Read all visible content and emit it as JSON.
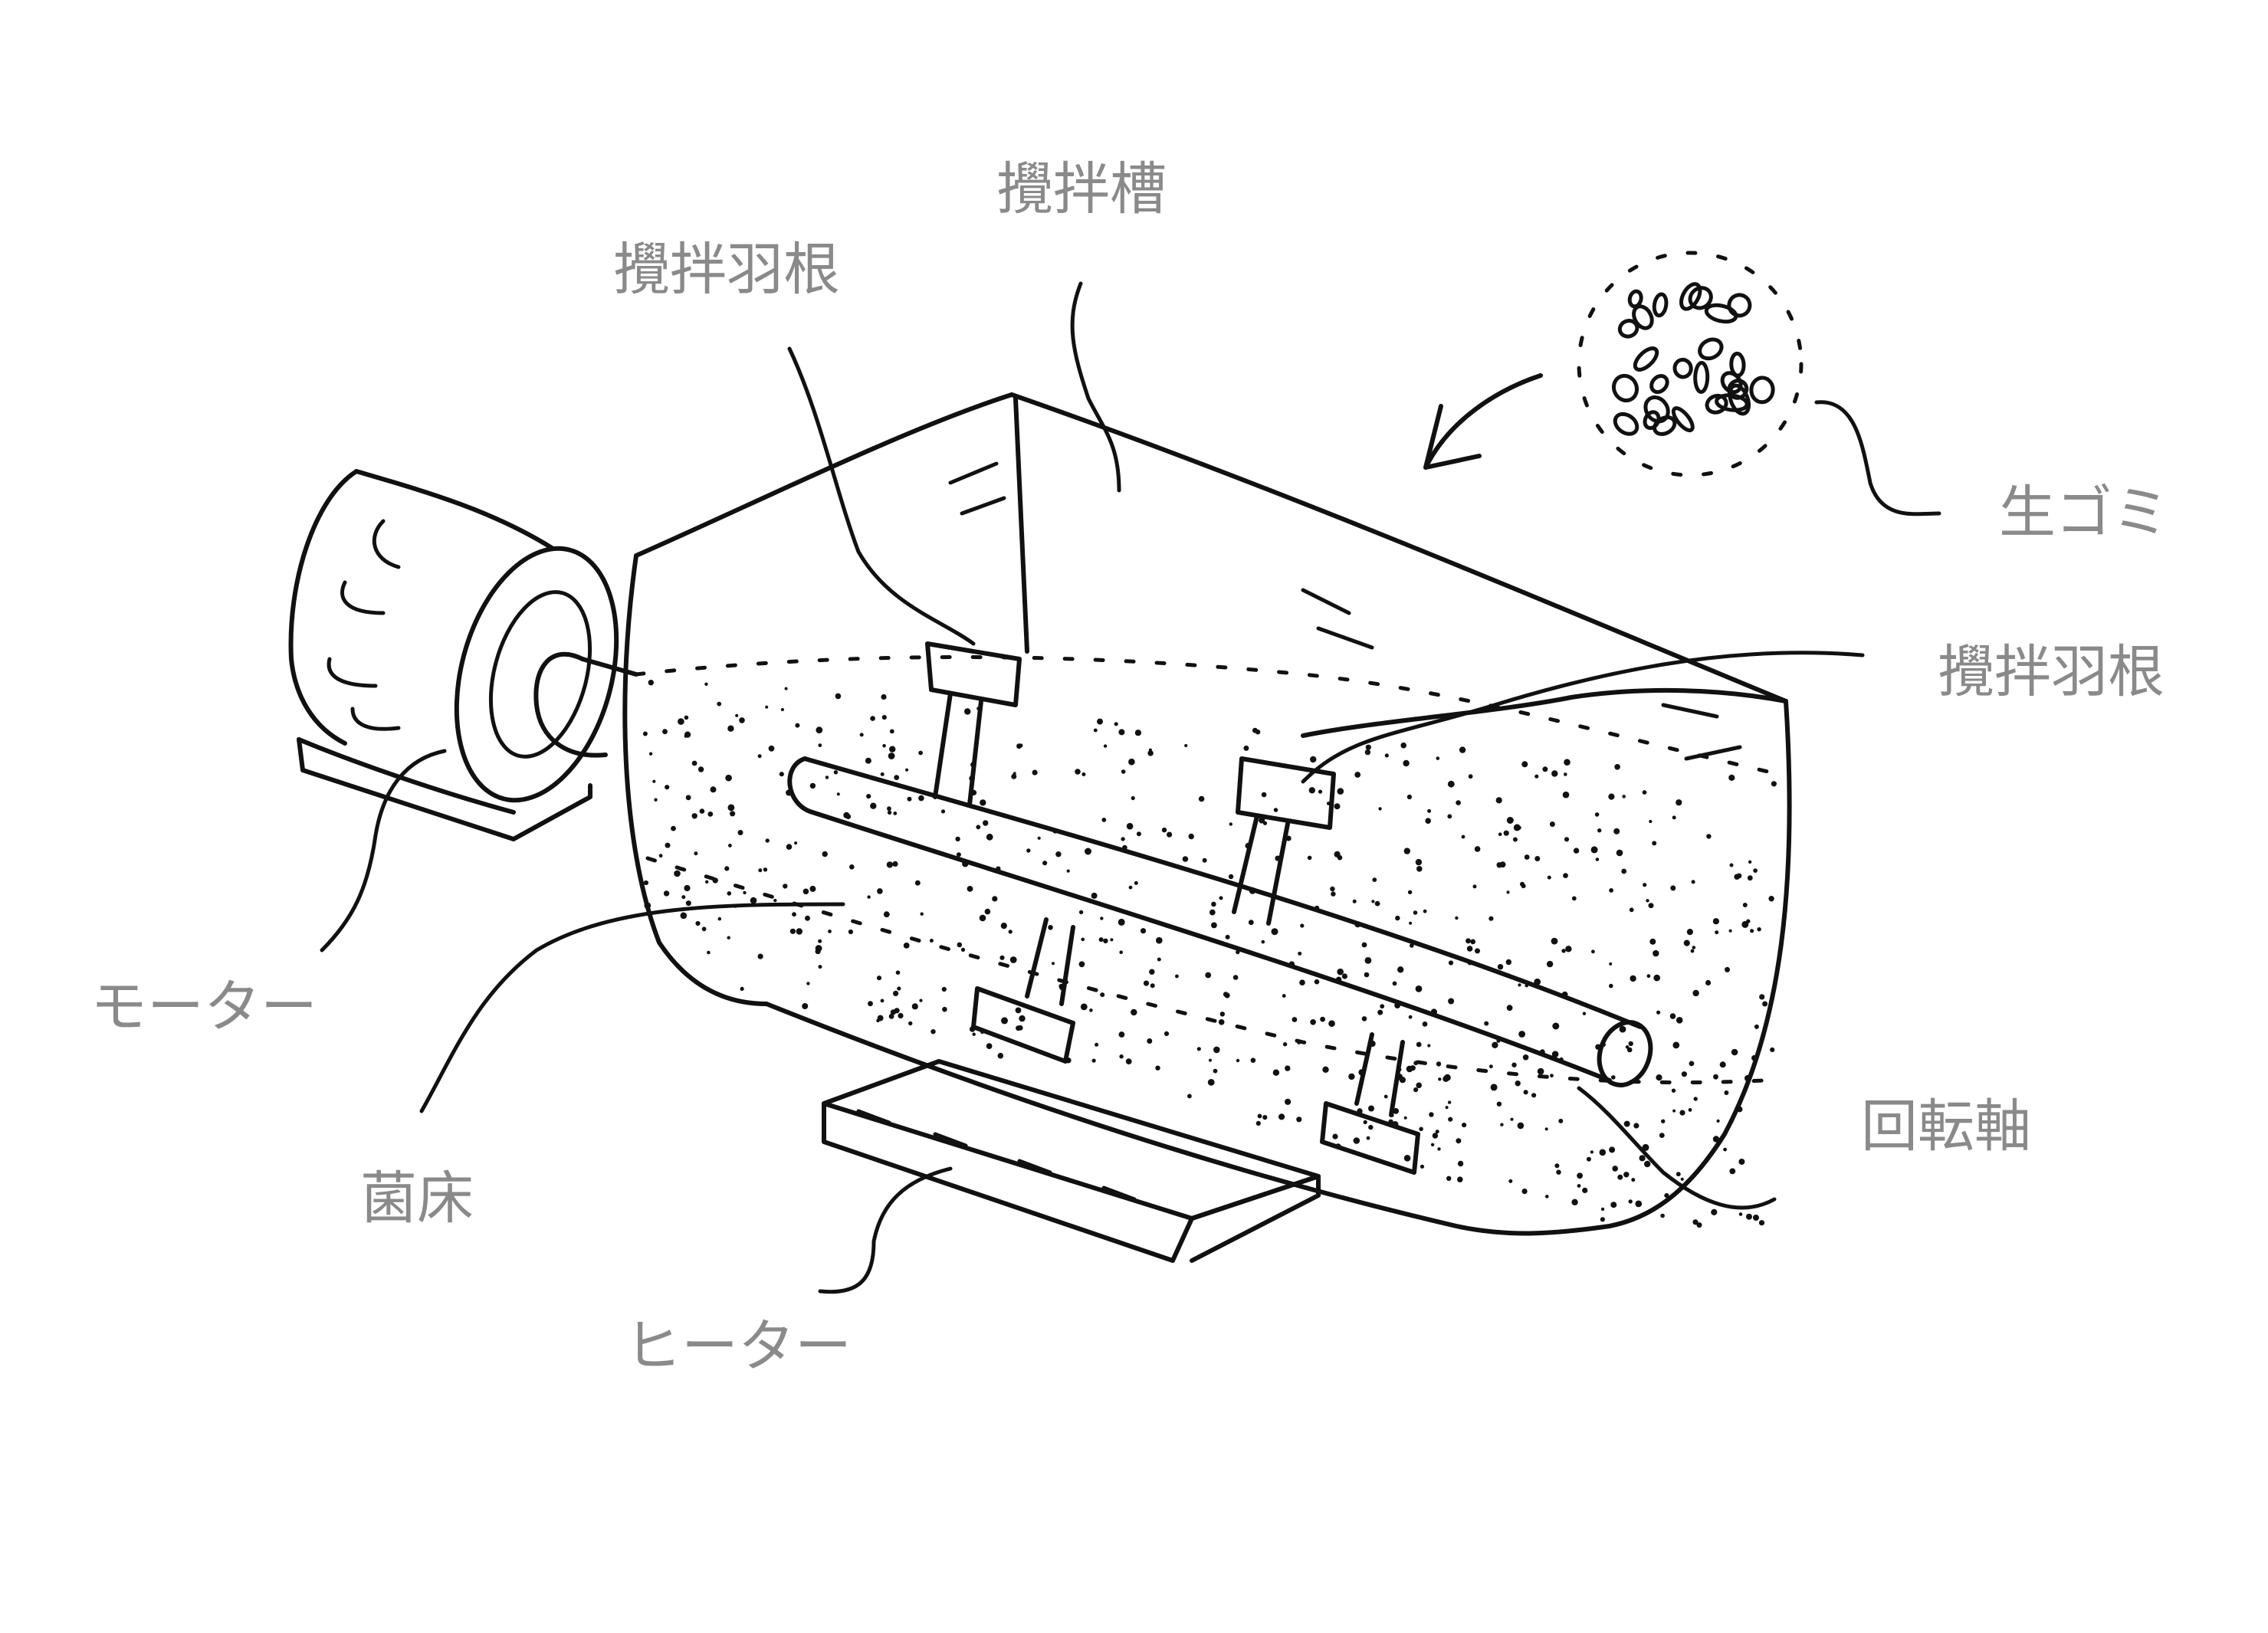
{
  "labels": {
    "stirring_tank": "攪拌槽",
    "stirring_blade_top": "攪拌羽根",
    "stirring_blade_right": "攪拌羽根",
    "raw_garbage": "生ゴミ",
    "motor": "モーター",
    "fungus_bed": "菌床",
    "heater": "ヒーター",
    "rotating_shaft": "回転軸"
  },
  "colors": {
    "ink": "#111111",
    "label": "#8a8a8a",
    "background": "#ffffff"
  }
}
